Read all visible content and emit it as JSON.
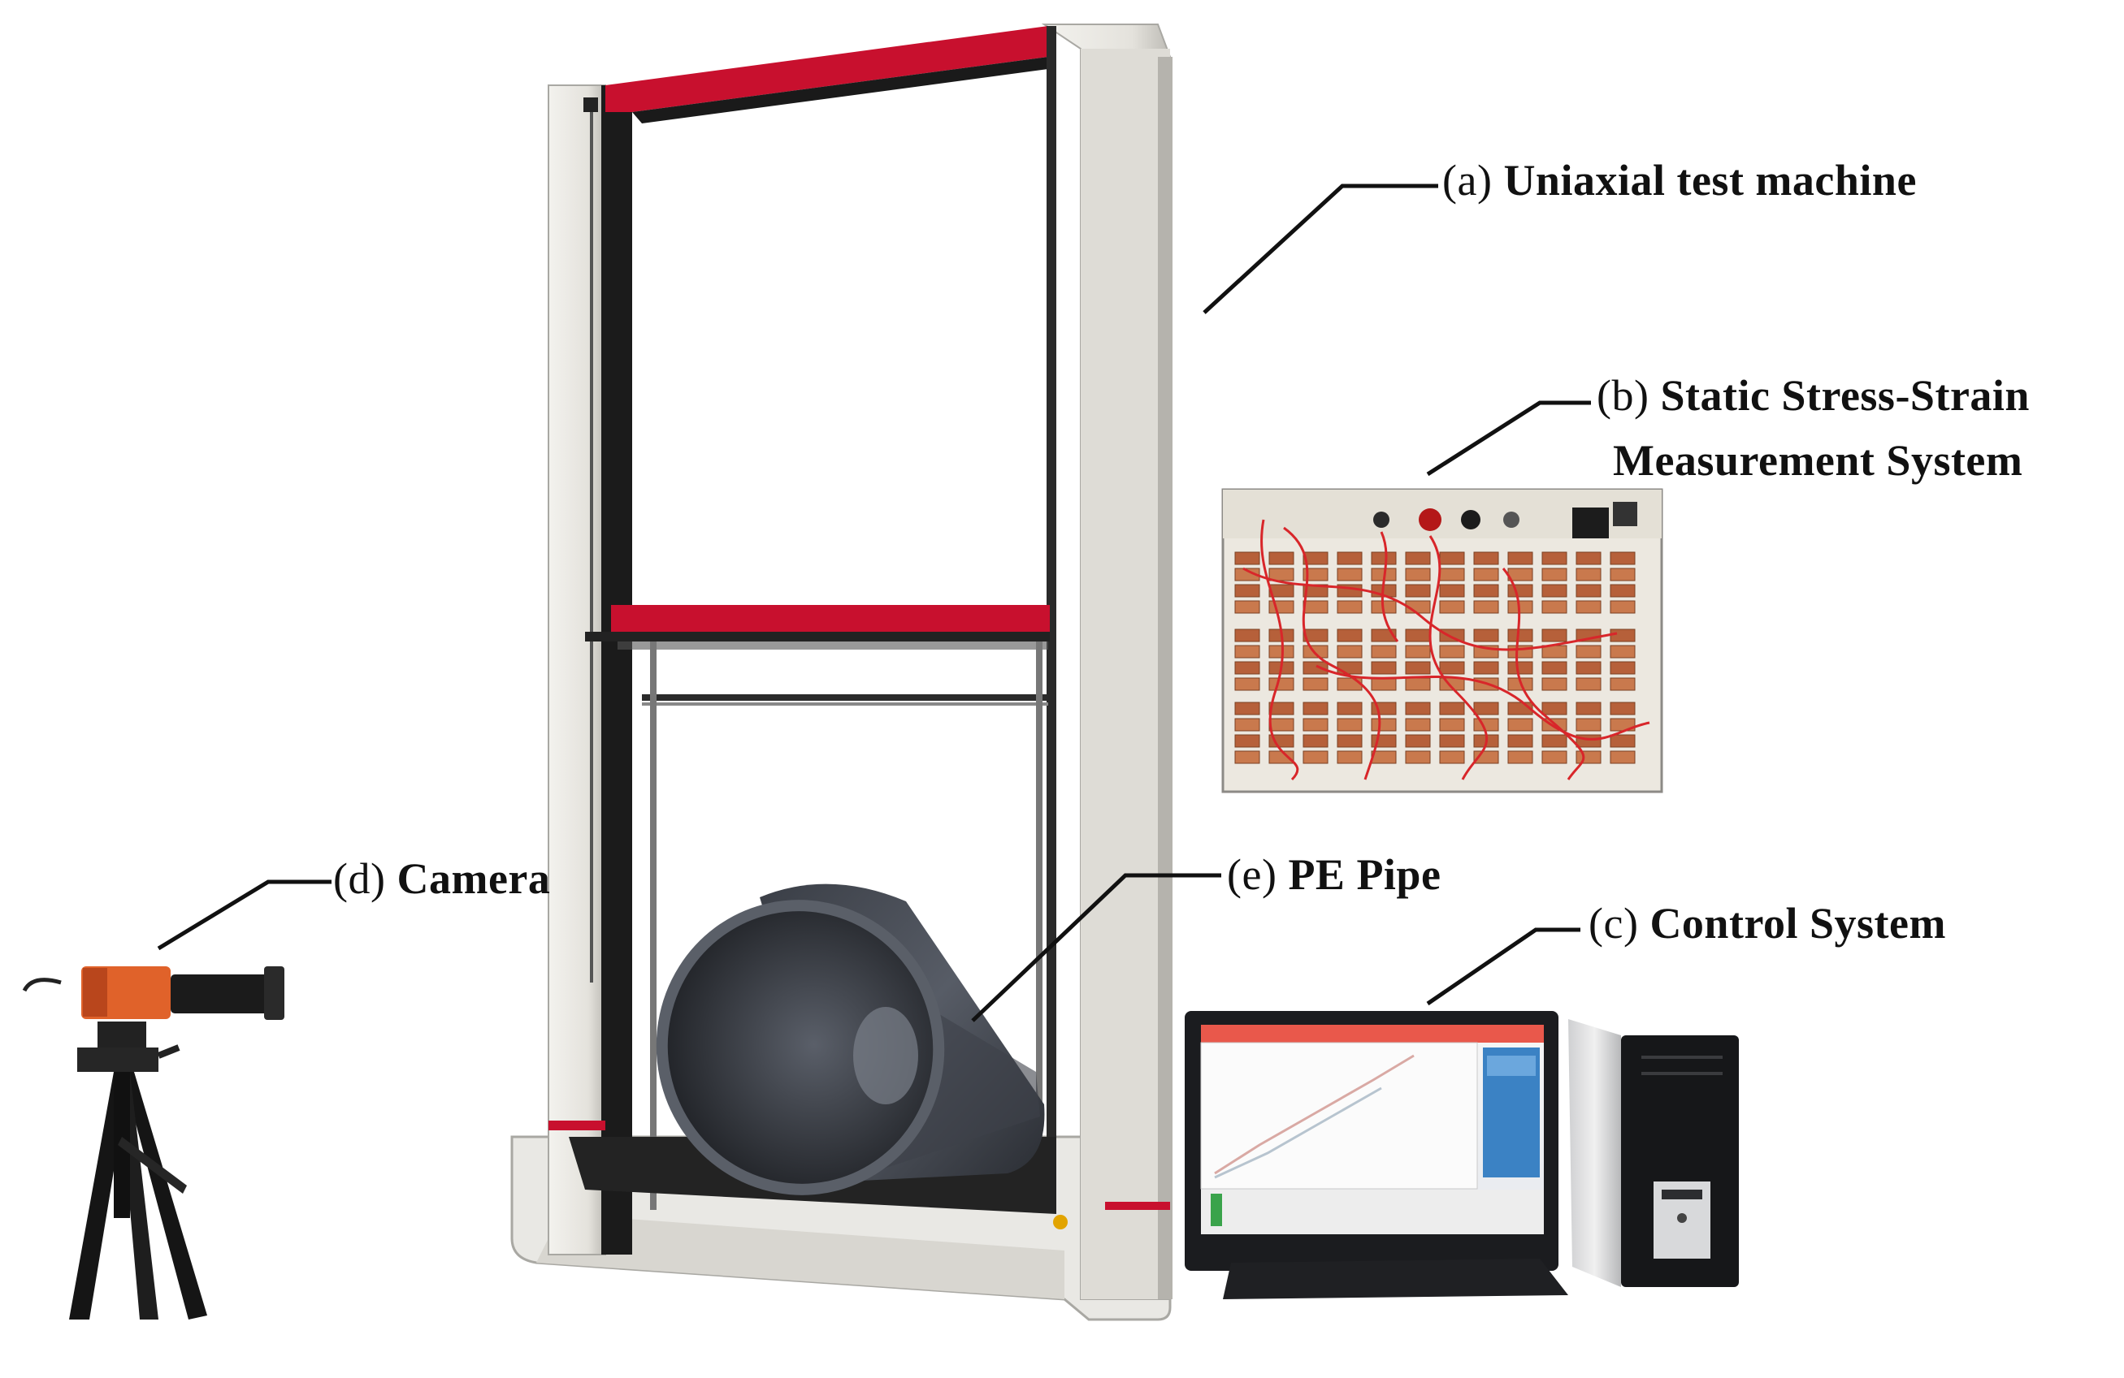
{
  "labels": {
    "a": {
      "tag": "(a)",
      "text": "Uniaxial test machine"
    },
    "b": {
      "tag": "(b)",
      "text": "Static Stress-Strain",
      "text2": "Measurement System"
    },
    "c": {
      "tag": "(c)",
      "text": "Control System"
    },
    "d": {
      "tag": "(d)",
      "text": "Camera"
    },
    "e": {
      "tag": "(e)",
      "text": "PE Pipe"
    }
  },
  "colors": {
    "frame": "#e6e4df",
    "frame_shadow": "#b9b7b1",
    "accent_red": "#c8102e",
    "dark": "#1a1a1a",
    "pipe": "#2e3138",
    "panel": "#ece8e0",
    "wire": "#d8262a",
    "camera_orange": "#e0622a"
  }
}
